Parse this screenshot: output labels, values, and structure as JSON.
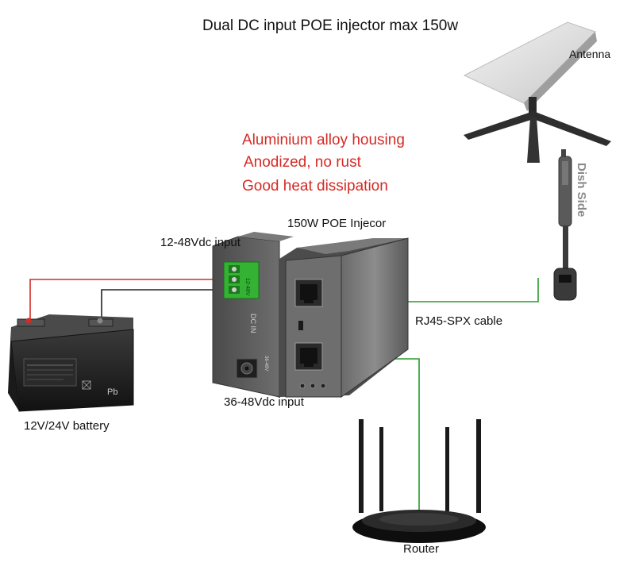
{
  "title": "Dual DC input POE injector max 150w",
  "features": [
    "Aluminium alloy housing",
    "Anodized, no rust",
    "Good heat dissipation"
  ],
  "labels": {
    "antenna": "Antenna",
    "dish_side": "Dish Side",
    "injector": "150W POE Injecor",
    "input_12_48": "12-48Vdc input",
    "cable": "RJ45-SPX cable",
    "input_36_48": "36-48Vdc input",
    "battery": "12V/24V battery",
    "router": "Router"
  },
  "device_markings": {
    "dc_in": "DC IN",
    "terminal": "12-48V",
    "barrel": "36-48V",
    "battery_brand": "Pb"
  },
  "colors": {
    "power_positive": "#d42b25",
    "power_negative": "#222222",
    "data_cable": "#2a9a2a",
    "feature_text": "#d42b25"
  }
}
